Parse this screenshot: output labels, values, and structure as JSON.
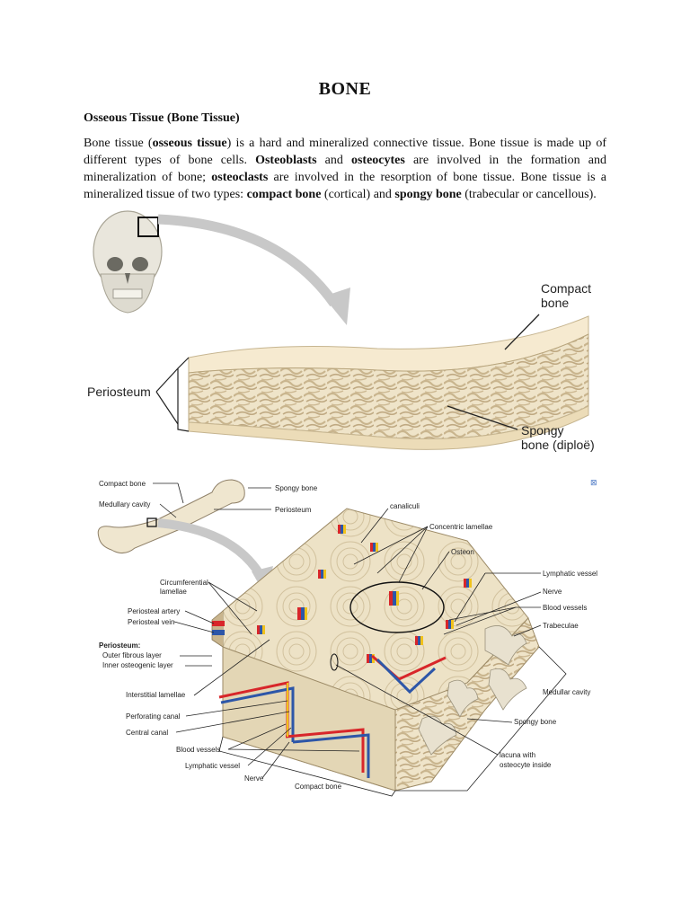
{
  "document": {
    "title": "BONE",
    "subtitle": "Osseous Tissue (Bone Tissue)",
    "paragraph": [
      {
        "t": "Bone tissue (",
        "b": false
      },
      {
        "t": "osseous tissue",
        "b": true
      },
      {
        "t": ") is a hard and mineralized connective tissue. Bone tissue is made up of different types of bone cells. ",
        "b": false
      },
      {
        "t": "Osteoblasts",
        "b": true
      },
      {
        "t": " and ",
        "b": false
      },
      {
        "t": "osteocytes",
        "b": true
      },
      {
        "t": " are involved in the formation and mineralization of bone; ",
        "b": false
      },
      {
        "t": "osteoclasts",
        "b": true
      },
      {
        "t": " are involved in the resorption of bone tissue. Bone tissue is a mineralized tissue of two types: ",
        "b": false
      },
      {
        "t": "compact bone",
        "b": true
      },
      {
        "t": " (cortical) and ",
        "b": false
      },
      {
        "t": "spongy bone",
        "b": true
      },
      {
        "t": " (trabecular or cancellous).",
        "b": false
      }
    ]
  },
  "figure1": {
    "labels": {
      "compact_bone_1": "Compact",
      "compact_bone_2": "bone",
      "periosteum": "Periosteum",
      "spongy_1": "Spongy",
      "spongy_2": "bone (diploë)"
    }
  },
  "figure2": {
    "left_labels": {
      "compact_bone": "Compact bone",
      "medullary_cavity": "Medullary cavity",
      "spongy_bone": "Spongy bone",
      "periosteum": "Periosteum",
      "circumferential_1": "Circumferential",
      "circumferential_2": "lamellae",
      "periosteal_artery": "Periosteal artery",
      "periosteal_vein": "Periosteal vein",
      "periosteum_heading": "Periosteum:",
      "outer_fibrous": "Outer fibrous layer",
      "inner_osteogenic": "Inner osteogenic layer",
      "interstitial": "Interstitial lamellae",
      "perforating_canal": "Perforating canal",
      "central_canal": "Central canal",
      "blood_vessels": "Blood vessels",
      "lymphatic_vessel": "Lymphatic vessel",
      "nerve": "Nerve",
      "compact_bone_bottom": "Compact bone"
    },
    "right_labels": {
      "canaliculi": "canaliculi",
      "concentric": "Concentric lamellae",
      "osteon": "Osteon",
      "lymphatic_vessel": "Lymphatic vessel",
      "nerve": "Nerve",
      "blood_vessels": "Blood vessels",
      "trabeculae": "Trabeculae",
      "medullar_cavity": "Medullar cavity",
      "spongy_bone": "Spongy bone",
      "lacuna_1": "lacuna with",
      "lacuna_2": "osteocyte inside"
    }
  },
  "colors": {
    "bone": "#f2e6cc",
    "bone_dark": "#d9c7a3",
    "artery": "#d8262a",
    "vein": "#2d56a8",
    "nerve": "#f1c21b",
    "arrow": "#c8c8c8"
  }
}
